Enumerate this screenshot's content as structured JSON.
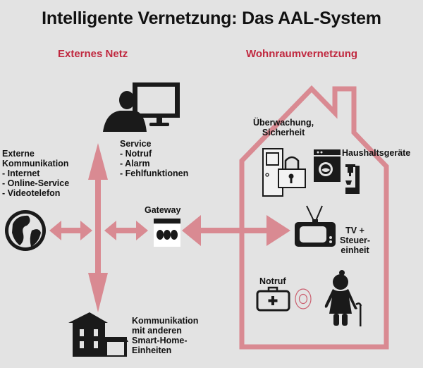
{
  "title": "Intelligente Vernetzung: Das AAL-System",
  "colors": {
    "accent": "#c0283f",
    "arrow": "#d98a92",
    "house_outline": "#d98a92",
    "icon": "#1a1a1a",
    "background": "#e3e3e3"
  },
  "sections": {
    "external": "Externes Netz",
    "home": "Wohnraumvernetzung"
  },
  "nodes": {
    "service": {
      "icon": "person-computer-icon",
      "lines": [
        "Service",
        "- Notruf",
        "- Alarm",
        "- Fehlfunktionen"
      ]
    },
    "external_comm": {
      "icon": "globe-icon",
      "lines": [
        "Externe",
        "Kommunikation",
        "- Internet",
        "- Online-Service",
        "- Videotelefon"
      ]
    },
    "gateway": {
      "icon": "gateway-icon",
      "label": "Gateway"
    },
    "smart_home": {
      "icon": "house-icon",
      "lines": [
        "Kommunikation",
        "mit anderen",
        "Smart-Home-",
        "Einheiten"
      ]
    },
    "surveillance": {
      "icon": "door-lock-icon",
      "lines": [
        "Überwachung,",
        "Sicherheit"
      ]
    },
    "appliances": {
      "icon": "washing-machine-coffee-icon",
      "label": "Haushaltsgeräte"
    },
    "tv": {
      "icon": "tv-icon",
      "lines": [
        "TV +",
        "Steuer-",
        "einheit"
      ]
    },
    "emergency": {
      "icon": "first-aid-kit-icon",
      "label": "Notruf"
    },
    "senior": {
      "icon": "senior-person-icon"
    }
  }
}
